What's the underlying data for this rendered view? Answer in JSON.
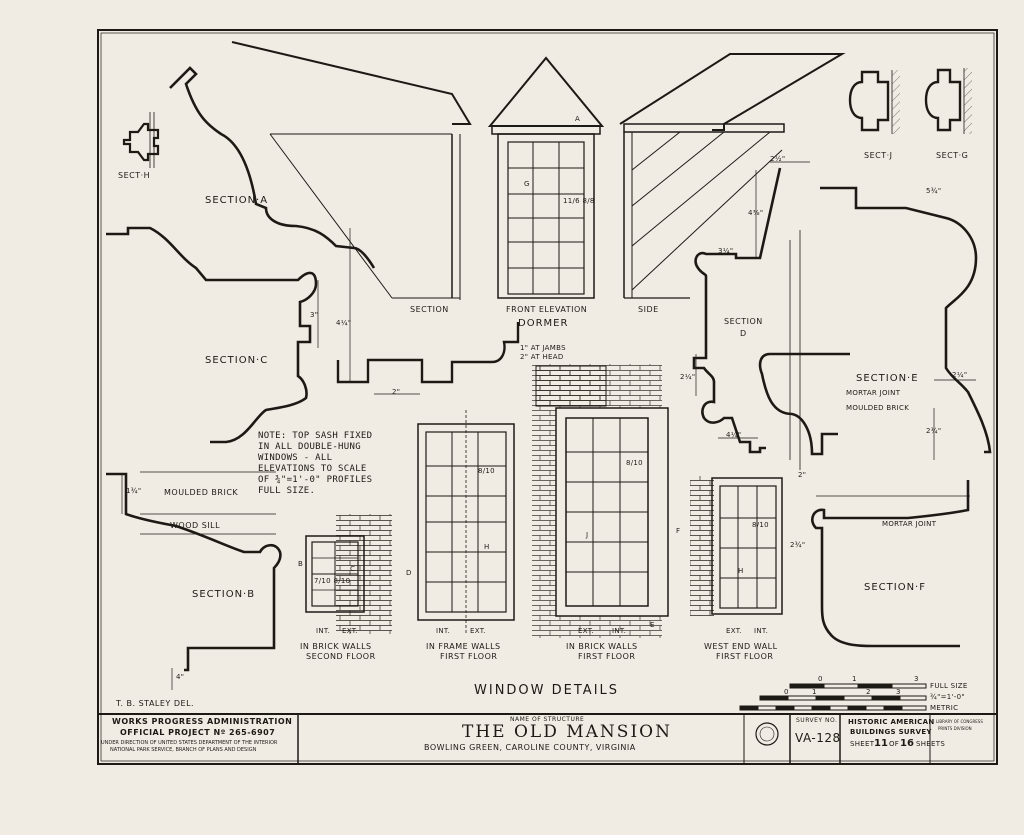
{
  "details": {
    "section_labels": {
      "sect_h": "SECT·H",
      "section_a": "SECTION·A",
      "section_c": "SECTION·C",
      "section_b": "SECTION·B",
      "section_d_line1": "SECTION",
      "section_d_line2": "D",
      "section_e": "SECTION·E",
      "section_f": "SECTION·F",
      "sect_j": "SECT·J",
      "sect_g": "SECT·G"
    },
    "dormer": {
      "section": "SECTION",
      "front_elevation": "FRONT ELEVATION",
      "side": "SIDE",
      "title": "DORMER",
      "marker_a": "A",
      "marker_g": "G",
      "pane_note": "11/6 8/8"
    },
    "materials": {
      "moulded_brick": "MOULDED BRICK",
      "wood_sill": "WOOD SILL",
      "mortar_joint": "MORTAR JOINT",
      "moulded_brick_e": "MOULDED BRICK",
      "mortar_joint_f": "MORTAR JOINT"
    },
    "dimensions": {
      "d_3": "3\"",
      "d_4_1_4": "4¼\"",
      "d_2": "2\"",
      "at_jambs": "1\" AT JAMBS",
      "at_head": "2\" AT HEAD",
      "d_2_1_4": "2¼\"",
      "d_4_1_4_b": "4¼\"",
      "d_3_1_4": "3¼\"",
      "d_2_1_2_top": "2½\"",
      "d_4_3_8": "4⅜\"",
      "d_5_3_4": "5¾\"",
      "d_2_1_4_e": "2¼\"",
      "d_2_3_4": "2¾\"",
      "d_2_f": "2\"",
      "d_2_3_4_f": "2¾\"",
      "d_1_3_4": "1¾\"",
      "d_4_b": "4\""
    },
    "note_lines": [
      "NOTE: TOP SASH FIXED",
      "IN ALL DOUBLE-HUNG",
      "WINDOWS - ALL",
      "ELEVATIONS TO SCALE",
      "OF ¾\"=1'-0\" PROFILES",
      "FULL SIZE."
    ],
    "windows": [
      {
        "caption1": "IN BRICK WALLS",
        "caption2": "SECOND FLOOR",
        "int": "INT.",
        "ext": "EXT.",
        "panes": "7/10 8/10"
      },
      {
        "caption1": "IN FRAME WALLS",
        "caption2": "FIRST FLOOR",
        "int": "INT.",
        "ext": "EXT.",
        "panes": "8/10"
      },
      {
        "caption1": "IN BRICK WALLS",
        "caption2": "FIRST FLOOR",
        "int": "INT.",
        "ext": "EXT.",
        "panes": "8/10"
      },
      {
        "caption1": "WEST END WALL",
        "caption2": "FIRST FLOOR",
        "int": "INT.",
        "ext": "EXT.",
        "panes": "8/10"
      }
    ],
    "markers": {
      "b": "B",
      "c": "C",
      "d": "D",
      "h": "H",
      "j": "J",
      "e": "E",
      "f": "F"
    },
    "heading": "WINDOW DETAILS",
    "delineator": "T. B. STALEY   DEL."
  },
  "scale_bar": {
    "full_size": "FULL SIZE",
    "three_quarter": "¾\"=1'-0\"",
    "metric": "METRIC",
    "ticks_top": [
      "0",
      "1",
      "3"
    ],
    "ticks_mid": [
      "0",
      "1",
      "2",
      "3"
    ]
  },
  "title_block": {
    "wpa_line1": "WORKS PROGRESS ADMINISTRATION",
    "wpa_line2": "OFFICIAL PROJECT Nº 265-6907",
    "wpa_line3": "UNDER DIRECTION OF UNITED STATES DEPARTMENT OF THE INTERIOR",
    "wpa_line4": "NATIONAL PARK SERVICE, BRANCH OF PLANS AND DESIGN",
    "name_of_structure": "NAME OF STRUCTURE",
    "structure_name": "THE OLD MANSION",
    "location": "BOWLING GREEN, CAROLINE COUNTY, VIRGINIA",
    "survey_no_label": "SURVEY NO.",
    "survey_no": "VA-128",
    "habs_line1": "HISTORIC AMERICAN",
    "habs_line2": "BUILDINGS SURVEY",
    "sheet_label": "SHEET",
    "sheet_no": "11",
    "sheet_of": "OF",
    "sheet_total": "16",
    "sheets_label": "SHEETS",
    "loc_line1": "LIBRARY OF CONGRESS",
    "loc_line2": "PRINTS DIVISION"
  }
}
